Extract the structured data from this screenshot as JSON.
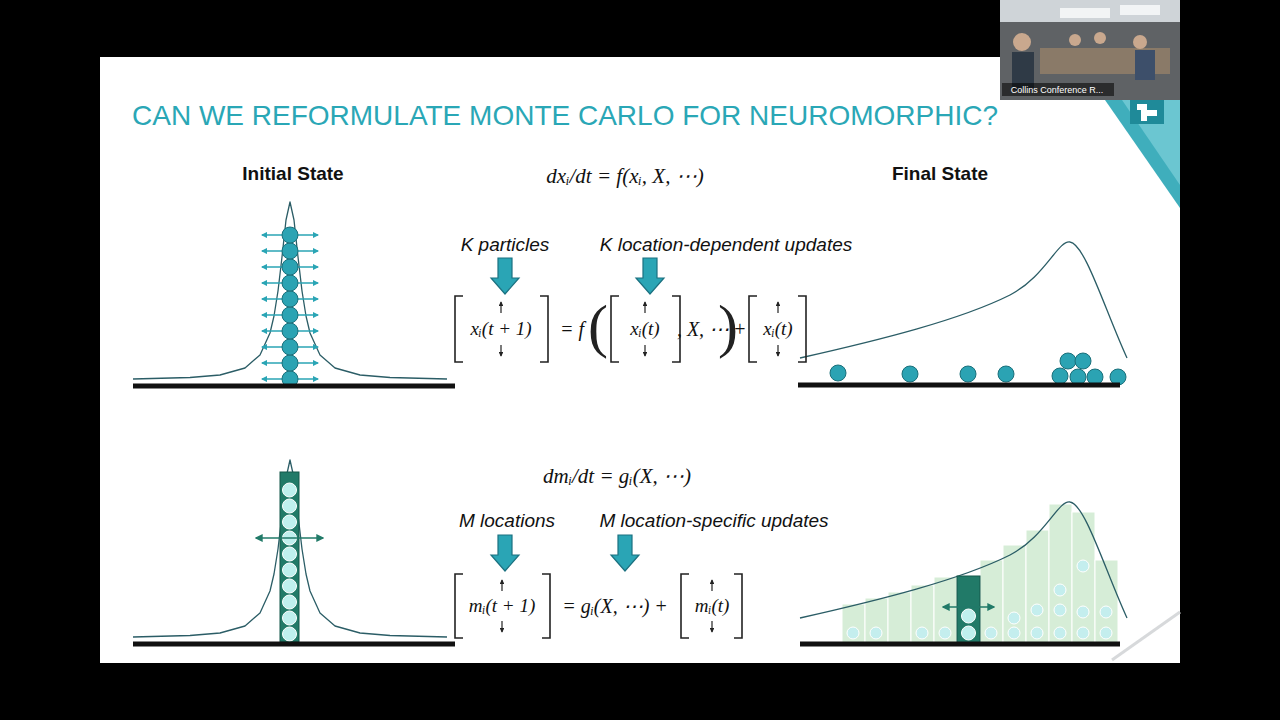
{
  "diagram": {
    "title": "CAN WE REFORMULATE MONTE CARLO FOR NEUROMORPHIC?",
    "labels": [
      "Initial State",
      "dxᵢ/dt = f(xᵢ, X, ⋯)",
      "Final State",
      "K particles",
      "K location-dependent updates",
      "xᵢ(t + 1)",
      "= f",
      "(",
      "xᵢ(t)",
      ", X, ⋯",
      ")",
      "+",
      "xᵢ(t)",
      "dmᵢ/dt = gᵢ(X, ⋯)",
      "M locations",
      "M location-specific updates",
      "mᵢ(t + 1)",
      "= gᵢ(X, ⋯) +",
      "mᵢ(t)",
      "Collins Conference R..."
    ]
  }
}
